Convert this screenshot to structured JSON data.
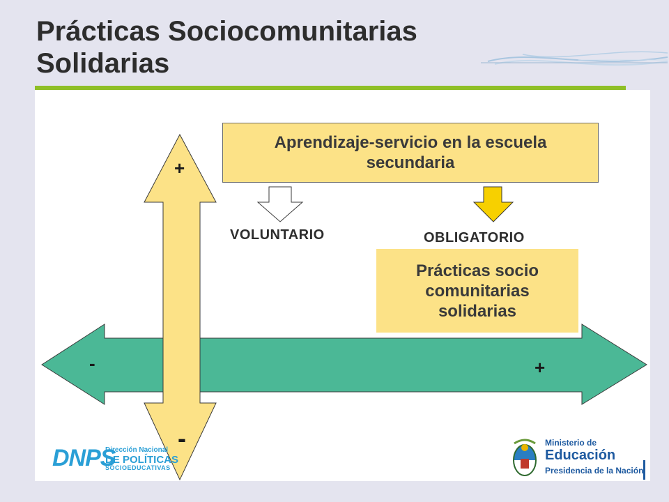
{
  "slide": {
    "title_line1": "Prácticas Sociocomunitarias",
    "title_line2": "Solidarias"
  },
  "diagram": {
    "top_box": {
      "line1": "Aprendizaje-servicio en la escuela",
      "line2": "secundaria"
    },
    "bottom_box": {
      "line1": "Prácticas socio",
      "line2": "comunitarias",
      "line3": "solidarias"
    },
    "label_voluntario": "VOLUNTARIO",
    "label_obligatorio": "OBLIGATORIO",
    "vertical_axis": {
      "top_sign": "+",
      "bottom_sign": "-"
    },
    "horizontal_axis": {
      "left_sign": "-",
      "right_sign": "+"
    },
    "colors": {
      "yellow_box": "#fce287",
      "vertical_arrow": "#fce287",
      "horizontal_arrow": "#4bb896",
      "obligatorio_arrow": "#f7d000",
      "voluntario_arrow": "#ffffff",
      "accent_rule": "#8fbf26"
    }
  },
  "logos": {
    "dnps": {
      "letters": "DNPS",
      "line1": "Dirección Nacional",
      "line2": "DE POLÍTICAS",
      "line3": "SOCIOEDUCATIVAS"
    },
    "ministerio": {
      "line1": "Ministerio de",
      "line2": "Educación",
      "line3": "Presidencia de la Nación"
    }
  }
}
